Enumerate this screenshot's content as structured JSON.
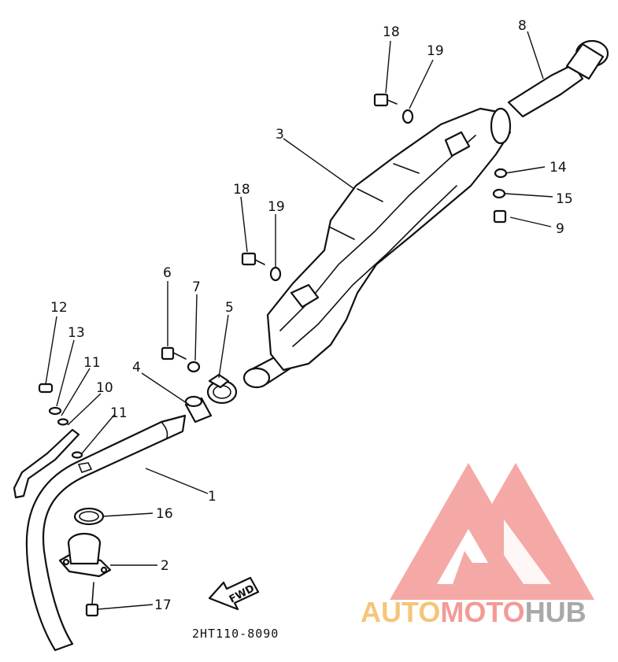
{
  "diagram": {
    "callouts": [
      {
        "id": "1",
        "label": "1"
      },
      {
        "id": "2",
        "label": "2"
      },
      {
        "id": "3",
        "label": "3"
      },
      {
        "id": "4",
        "label": "4"
      },
      {
        "id": "5",
        "label": "5"
      },
      {
        "id": "6",
        "label": "6"
      },
      {
        "id": "7",
        "label": "7"
      },
      {
        "id": "8",
        "label": "8"
      },
      {
        "id": "9",
        "label": "9"
      },
      {
        "id": "10",
        "label": "10"
      },
      {
        "id": "11a",
        "label": "11"
      },
      {
        "id": "11b",
        "label": "11"
      },
      {
        "id": "12",
        "label": "12"
      },
      {
        "id": "13",
        "label": "13"
      },
      {
        "id": "14",
        "label": "14"
      },
      {
        "id": "15",
        "label": "15"
      },
      {
        "id": "16",
        "label": "16"
      },
      {
        "id": "17",
        "label": "17"
      },
      {
        "id": "18a",
        "label": "18"
      },
      {
        "id": "18b",
        "label": "18"
      },
      {
        "id": "19a",
        "label": "19"
      },
      {
        "id": "19b",
        "label": "19"
      }
    ],
    "fwd_label": "FWD",
    "part_code": "2HT110-8090"
  },
  "watermark": {
    "text_part1": "AUTO",
    "text_part2": "MOTO",
    "text_part3": "HUB",
    "colors": {
      "logo": "#f39a97",
      "auto": "#f5c57a",
      "moto": "#f39a97",
      "hub": "#a9a9a9"
    }
  }
}
